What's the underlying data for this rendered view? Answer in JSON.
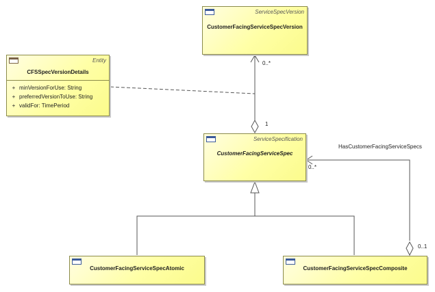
{
  "classes": {
    "service_spec_version": {
      "stereotype": "ServiceSpecVersion",
      "name": "CustomerFacingServiceSpecVersion"
    },
    "cfs_spec_version_details": {
      "stereotype": "Entity",
      "name": "CFSSpecVersionDetails",
      "attributes": [
        {
          "visibility": "+",
          "text": "minVersionForUse: String"
        },
        {
          "visibility": "+",
          "text": "preferredVersionToUse: String"
        },
        {
          "visibility": "+",
          "text": "validFor: TimePeriod"
        }
      ]
    },
    "customer_facing_service_spec": {
      "stereotype": "ServiceSpecification",
      "name": "CustomerFacingServiceSpec"
    },
    "atomic": {
      "name": "CustomerFacingServiceSpecAtomic"
    },
    "composite": {
      "name": "CustomerFacingServiceSpecComposite"
    }
  },
  "associations": {
    "version_to_spec": {
      "multiplicity_version_end": "0..*",
      "multiplicity_spec_end": "1"
    },
    "has_cfs_specs": {
      "name": "HasCustomerFacingServiceSpecs",
      "multiplicity_spec_end": "0..*",
      "multiplicity_composite_end": "0..1"
    }
  },
  "colors": {
    "class_fill": "#ffffa6",
    "class_border": "#8b8b4a",
    "line": "#555555"
  }
}
